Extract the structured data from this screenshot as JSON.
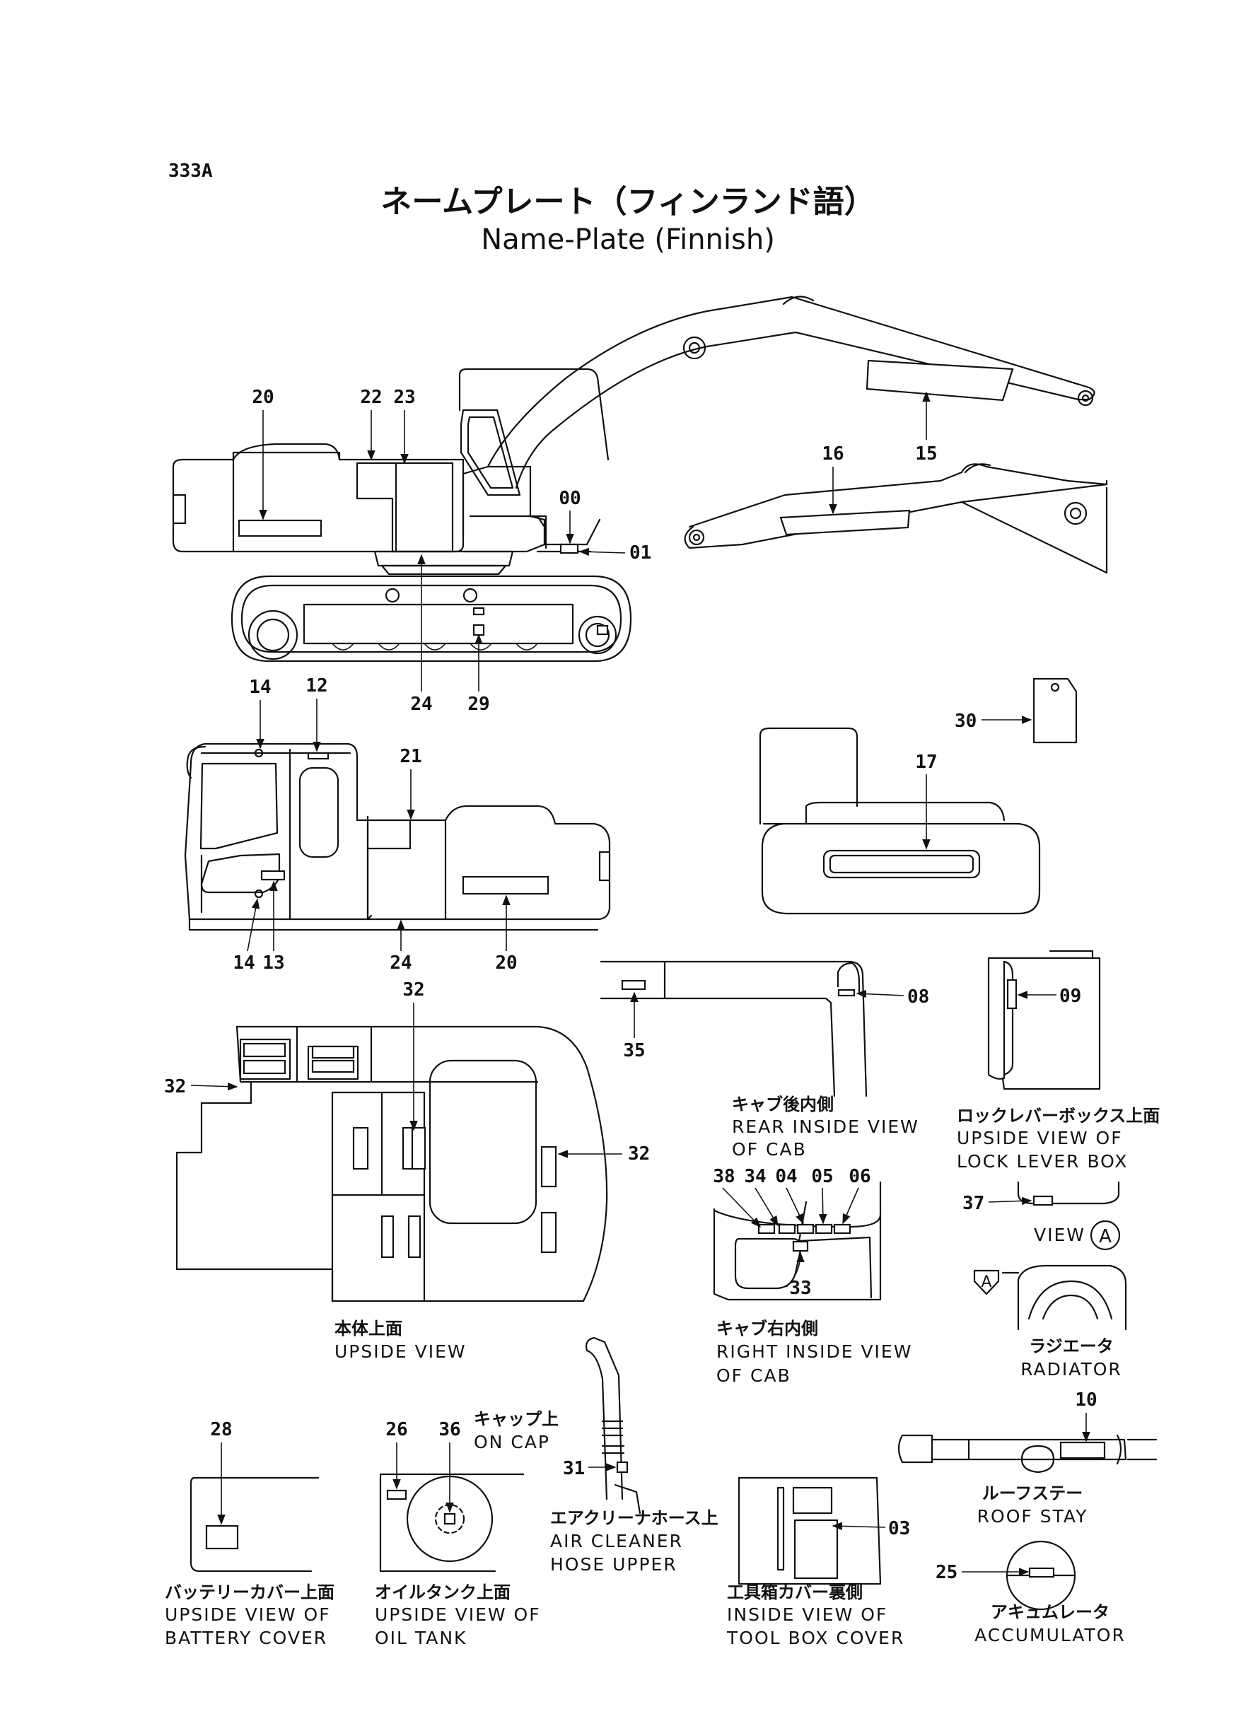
{
  "sheet": {
    "code": "333A",
    "title_jp": "ネームプレート（フィンランド語）",
    "title_en": "Name-Plate (Finnish)"
  },
  "parts": {
    "p00": "00",
    "p01": "01",
    "p03": "03",
    "p04": "04",
    "p05": "05",
    "p06": "06",
    "p08": "08",
    "p09": "09",
    "p10": "10",
    "p12": "12",
    "p13": "13",
    "p14a": "14",
    "p14b": "14",
    "p15": "15",
    "p16": "16",
    "p17": "17",
    "p20a": "20",
    "p20b": "20",
    "p21": "21",
    "p22": "22",
    "p23": "23",
    "p24a": "24",
    "p24b": "24",
    "p25": "25",
    "p26": "26",
    "p28": "28",
    "p29": "29",
    "p30": "30",
    "p31": "31",
    "p32a": "32",
    "p32b": "32",
    "p32c": "32",
    "p33": "33",
    "p34": "34",
    "p35": "35",
    "p36": "36",
    "p37": "37",
    "p38": "38"
  },
  "labels": {
    "rear_cab_jp": "キャブ後内側",
    "rear_cab_en1": "REAR INSIDE VIEW",
    "rear_cab_en2": "OF CAB",
    "lock_box_jp": "ロックレバーボックス上面",
    "lock_box_en1": "UPSIDE VIEW OF",
    "lock_box_en2": "LOCK LEVER  BOX",
    "view_a_word": "VIEW",
    "view_a_letter": "A",
    "arrow_a_letter": "A",
    "upside_jp": "本体上面",
    "upside_en": "UPSIDE VIEW",
    "right_cab_jp": "キャブ右内側",
    "right_cab_en1": "RIGHT INSIDE VIEW",
    "right_cab_en2": "OF CAB",
    "radiator_jp": "ラジエータ",
    "radiator_en": "RADIATOR",
    "on_cap_jp": "キャップ上",
    "on_cap_en": "ON CAP",
    "roof_stay_jp": "ルーフステー",
    "roof_stay_en": "ROOF STAY",
    "air_hose_jp": "エアクリーナホース上",
    "air_hose_en1": "AIR CLEANER",
    "air_hose_en2": "HOSE UPPER",
    "battery_jp": "バッテリーカバー上面",
    "battery_en1": "UPSIDE VIEW OF",
    "battery_en2": "BATTERY COVER",
    "oil_tank_jp": "オイルタンク上面",
    "oil_tank_en1": "UPSIDE VIEW OF",
    "oil_tank_en2": "OIL TANK",
    "tool_box_jp": "工具箱カバー裏側",
    "tool_box_en1": "INSIDE VIEW OF",
    "tool_box_en2": "TOOL BOX COVER",
    "accumulator_jp": "アキュムレータ",
    "accumulator_en": "ACCUMULATOR"
  }
}
